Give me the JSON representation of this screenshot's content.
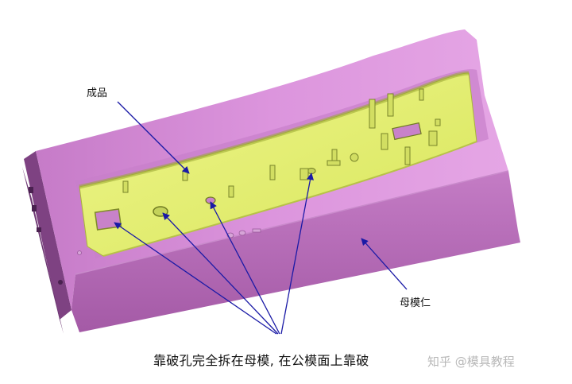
{
  "labels": {
    "product": "成品",
    "cavity_insert": "母模仁",
    "note": "靠破孔完全拆在母模, 在公模面上靠破"
  },
  "watermark": "知乎 @模具教程",
  "colors": {
    "mold_top": "#d98fdb",
    "mold_front": "#b86db8",
    "mold_side": "#8d4e90",
    "product": "#e6f07a",
    "arrow": "#1a1aa6"
  }
}
